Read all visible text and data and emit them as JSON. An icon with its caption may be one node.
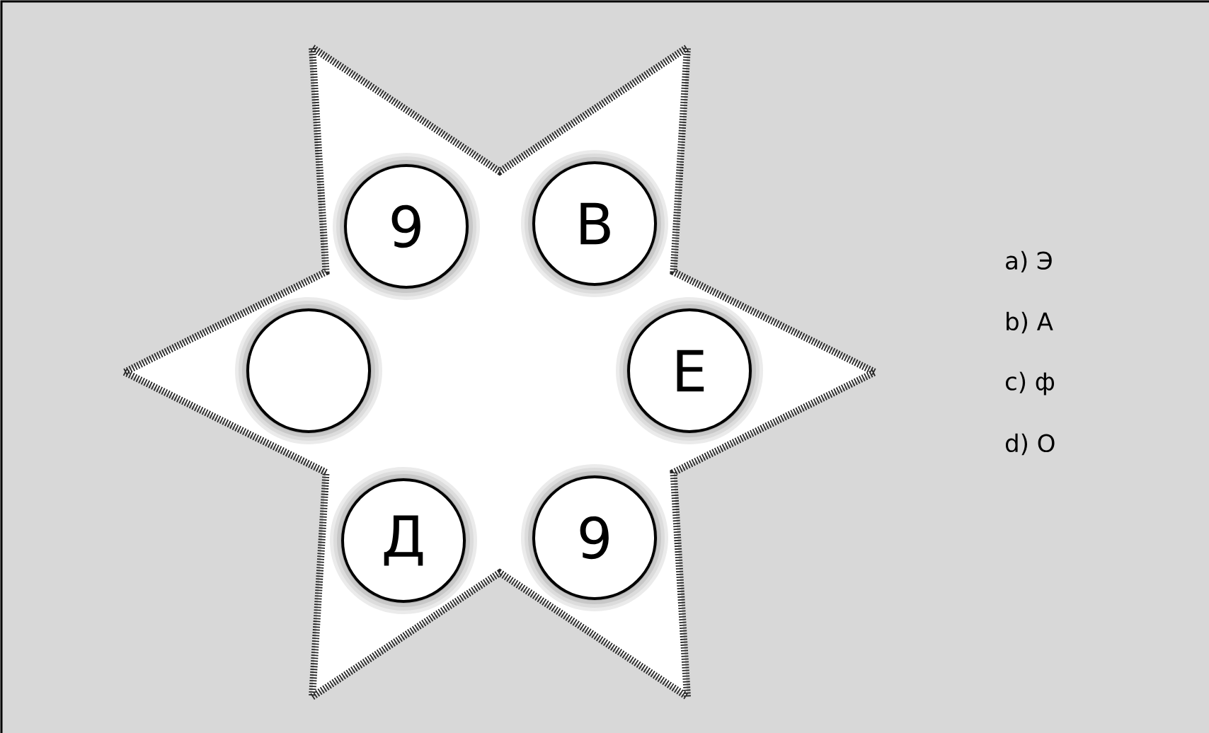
{
  "diagram": {
    "nodes": [
      {
        "text": [],
        "shape": "star"
      },
      {
        "text": [
          "9"
        ],
        "in": 0
      },
      {
        "text": [
          "В"
        ],
        "in": 0
      },
      {
        "text": [],
        "shape": "circle",
        "in": 0
      },
      {
        "text": [
          "Е"
        ],
        "in": 0
      },
      {
        "text": [
          "Д"
        ],
        "in": 0
      },
      {
        "text": [
          "9"
        ],
        "in": 0
      }
    ],
    "labels": [
      "a) Э",
      "b) А",
      "c) ф",
      "d) О"
    ]
  }
}
